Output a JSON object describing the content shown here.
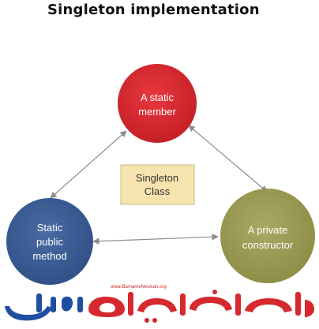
{
  "title": "Singleton implementation",
  "nodes": {
    "static_member": {
      "line1": "A static",
      "line2": "member",
      "color": "#d6282f"
    },
    "static_method": {
      "line1": "Static",
      "line2": "public",
      "line3": "method",
      "color": "#3a5a92"
    },
    "private_constructor": {
      "line1": "A private",
      "line2": "constructor",
      "color": "#9a9a52"
    }
  },
  "center_box": {
    "line1": "Singleton",
    "line2": "Class",
    "fill": "#f7e3ad",
    "border": "#c9b98a"
  },
  "connector_color": "#8c8c8c",
  "watermark": {
    "url": "www.BarnameNevisan.org",
    "logo_text": "برنامه نویسان",
    "color_red": "#d6282f",
    "color_blue": "#1f4fa0"
  }
}
